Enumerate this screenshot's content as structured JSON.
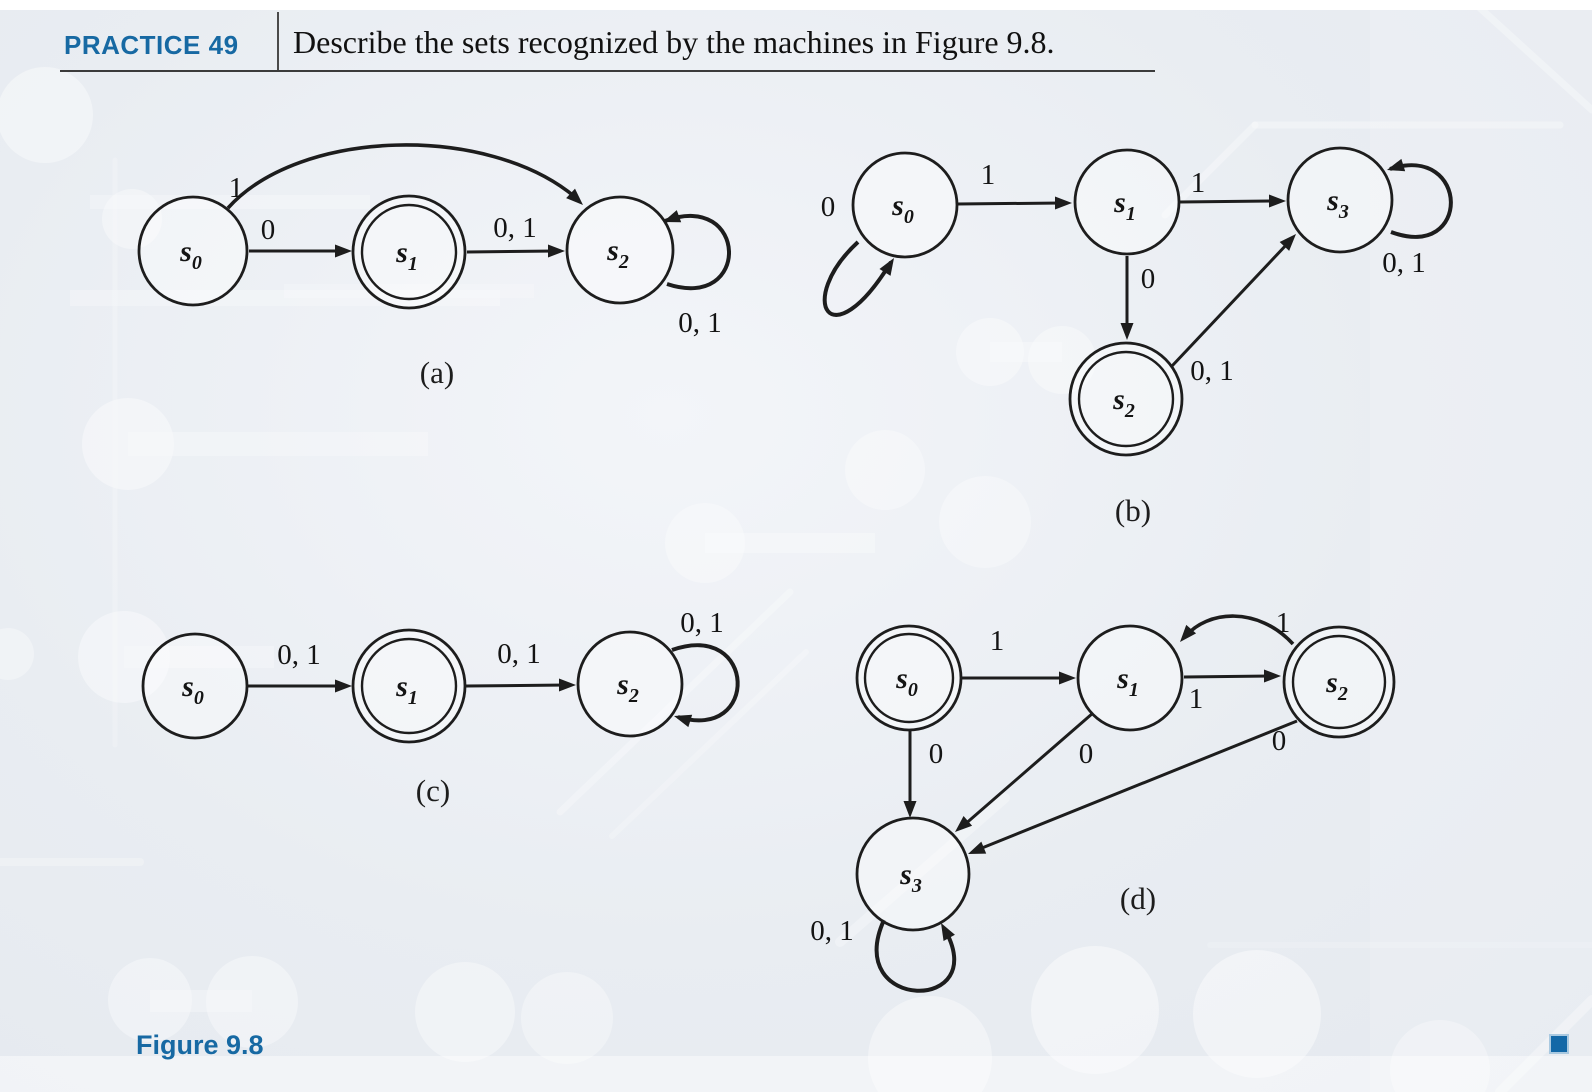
{
  "header": {
    "practice_label": "PRACTICE 49",
    "prompt": "Describe the sets recognized by the machines in Figure 9.8."
  },
  "caption": "Figure 9.8",
  "colors": {
    "accent_blue": "#1769a3",
    "end_marker_blue": "#1368a7",
    "ink": "#1d1d1d",
    "page_background": "#e9edf2"
  },
  "machines": [
    {
      "label": "(a)",
      "states": [
        {
          "letter": "s",
          "sub": "0",
          "accepting": false
        },
        {
          "letter": "s",
          "sub": "1",
          "accepting": true
        },
        {
          "letter": "s",
          "sub": "2",
          "accepting": false
        }
      ],
      "transitions": [
        {
          "from": "s0",
          "to": "s1",
          "on": "0"
        },
        {
          "from": "s0",
          "to": "s2",
          "on": "1"
        },
        {
          "from": "s1",
          "to": "s2",
          "on": "0, 1"
        },
        {
          "from": "s2",
          "to": "s2",
          "on": "0, 1"
        }
      ]
    },
    {
      "label": "(b)",
      "states": [
        {
          "letter": "s",
          "sub": "0",
          "accepting": false
        },
        {
          "letter": "s",
          "sub": "1",
          "accepting": false
        },
        {
          "letter": "s",
          "sub": "2",
          "accepting": true
        },
        {
          "letter": "s",
          "sub": "3",
          "accepting": false
        }
      ],
      "transitions": [
        {
          "from": "s0",
          "to": "s0",
          "on": "0"
        },
        {
          "from": "s0",
          "to": "s1",
          "on": "1"
        },
        {
          "from": "s1",
          "to": "s3",
          "on": "1"
        },
        {
          "from": "s1",
          "to": "s2",
          "on": "0"
        },
        {
          "from": "s2",
          "to": "s3",
          "on": "0, 1"
        },
        {
          "from": "s3",
          "to": "s3",
          "on": "0, 1"
        }
      ]
    },
    {
      "label": "(c)",
      "states": [
        {
          "letter": "s",
          "sub": "0",
          "accepting": false
        },
        {
          "letter": "s",
          "sub": "1",
          "accepting": true
        },
        {
          "letter": "s",
          "sub": "2",
          "accepting": false
        }
      ],
      "transitions": [
        {
          "from": "s0",
          "to": "s1",
          "on": "0, 1"
        },
        {
          "from": "s1",
          "to": "s2",
          "on": "0, 1"
        },
        {
          "from": "s2",
          "to": "s2",
          "on": "0, 1"
        }
      ]
    },
    {
      "label": "(d)",
      "states": [
        {
          "letter": "s",
          "sub": "0",
          "accepting": true
        },
        {
          "letter": "s",
          "sub": "1",
          "accepting": false
        },
        {
          "letter": "s",
          "sub": "2",
          "accepting": true
        },
        {
          "letter": "s",
          "sub": "3",
          "accepting": false
        }
      ],
      "transitions": [
        {
          "from": "s0",
          "to": "s1",
          "on": "1"
        },
        {
          "from": "s1",
          "to": "s2",
          "on": "1"
        },
        {
          "from": "s2",
          "to": "s1",
          "on": "1"
        },
        {
          "from": "s0",
          "to": "s3",
          "on": "0"
        },
        {
          "from": "s1",
          "to": "s3",
          "on": "0"
        },
        {
          "from": "s2",
          "to": "s3",
          "on": "0"
        },
        {
          "from": "s3",
          "to": "s3",
          "on": "0, 1"
        }
      ]
    }
  ]
}
